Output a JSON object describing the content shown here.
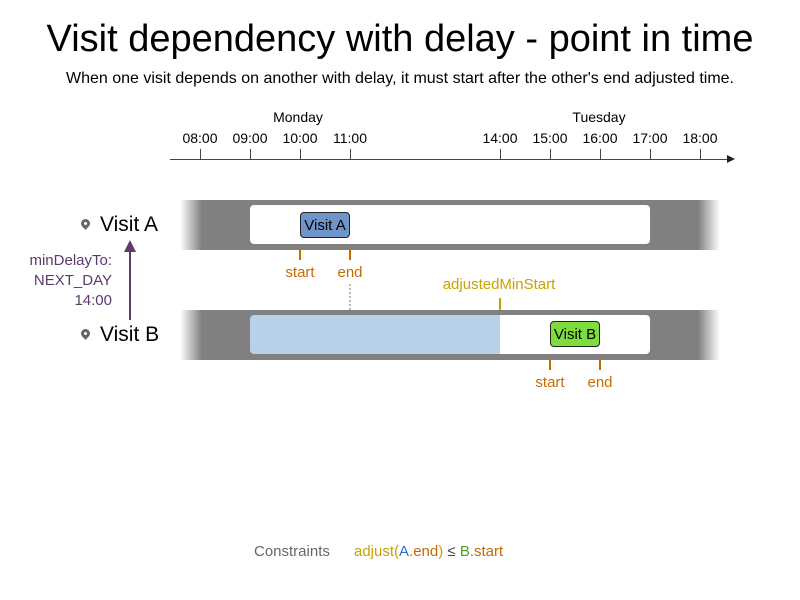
{
  "title": "Visit dependency with delay - point in time",
  "subtitle": "When one visit depends on another with delay, it must start after the other's end adjusted time.",
  "timeline": {
    "days": [
      "Monday",
      "Tuesday"
    ],
    "ticks": [
      "08:00",
      "09:00",
      "10:00",
      "11:00",
      "14:00",
      "15:00",
      "16:00",
      "17:00",
      "18:00"
    ]
  },
  "visit_a": {
    "label": "Visit A",
    "box_label": "Visit A",
    "color": "#6e94c8",
    "start_label": "start",
    "end_label": "end"
  },
  "visit_b": {
    "label": "Visit B",
    "box_label": "Visit B",
    "color": "#7edc3e",
    "start_label": "start",
    "end_label": "end"
  },
  "adjusted_min_start_label": "adjustedMinStart",
  "delay": {
    "line1": "minDelayTo:",
    "line2": "NEXT_DAY",
    "line3": "14:00",
    "color": "#5c3a6b"
  },
  "constraints": {
    "label": "Constraints",
    "expr": {
      "adjust": "adjust(",
      "a": "A",
      "dot1": ".",
      "end": "end",
      "close": ")",
      "op": " ≤ ",
      "b": "B",
      "dot2": ".",
      "start": "start"
    }
  }
}
